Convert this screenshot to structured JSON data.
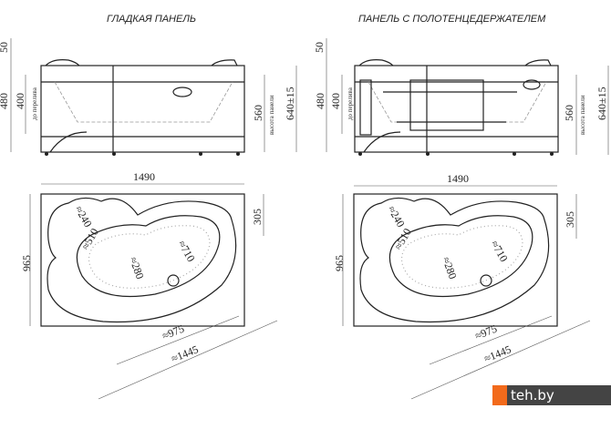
{
  "views": {
    "smooth_panel": {
      "title": "ГЛАДКАЯ ПАНЕЛЬ",
      "dims": {
        "rim": "50",
        "height_480": "480",
        "overflow": "400",
        "overflow_label": "до перелива",
        "panel_height": "560",
        "panel_label": "высота панели",
        "total": "640±15"
      },
      "plan": {
        "length": "1490",
        "width": "965",
        "side": "305",
        "seat": "≈240",
        "inner_a": "≈510",
        "inner_b": "≈280",
        "inner_c": "≈710",
        "diag_975": "≈975",
        "diag_1445": "≈1445"
      }
    },
    "towel_panel": {
      "title": "ПАНЕЛЬ С ПОЛОТЕНЦЕДЕРЖАТЕЛЕМ",
      "dims": {
        "rim": "50",
        "height_480": "480",
        "overflow": "400",
        "overflow_label": "до перелива",
        "panel_height": "560",
        "panel_label": "высота панели",
        "total": "640±15"
      },
      "plan": {
        "length": "1490",
        "width": "965",
        "side": "305",
        "seat": "≈240",
        "inner_a": "≈510",
        "inner_b": "≈280",
        "inner_c": "≈710",
        "diag_975": "≈975",
        "diag_1445": "≈1445"
      }
    }
  },
  "watermark": {
    "text": "teh.by",
    "accent": "#f26a1b"
  }
}
